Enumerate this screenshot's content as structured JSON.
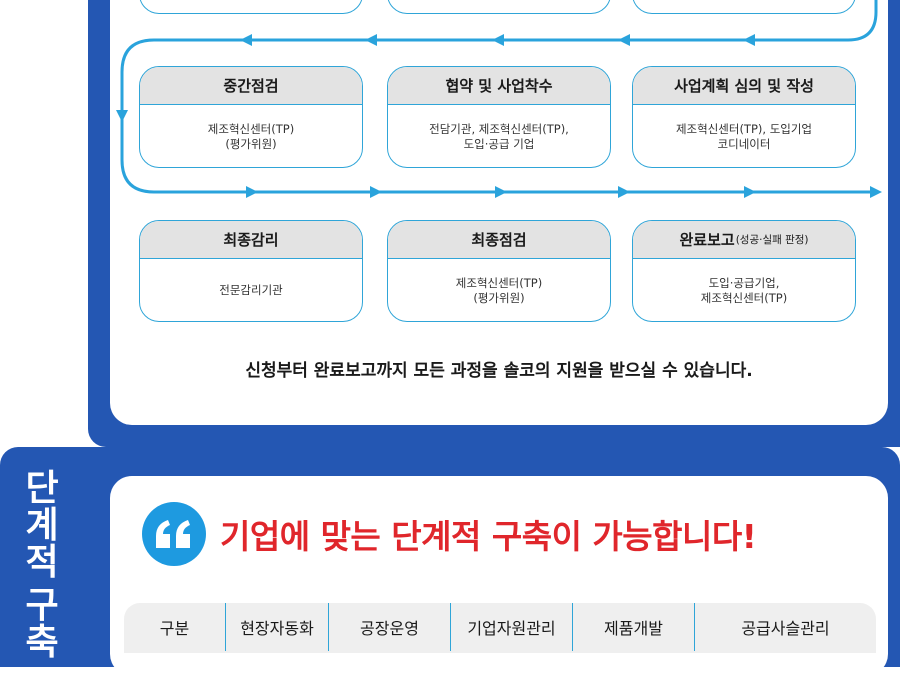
{
  "process_steps": {
    "row2": [
      {
        "title": "중간점검",
        "body": "제조혁신센터(TP)\n(평가위원)"
      },
      {
        "title": "협약 및 사업착수",
        "body": "전담기관, 제조혁신센터(TP),\n도입·공급 기업"
      },
      {
        "title": "사업계획 심의 및 작성",
        "body": "제조혁신센터(TP), 도입기업\n코디네이터"
      }
    ],
    "row3": [
      {
        "title": "최종감리",
        "title_small": "",
        "body": "전문감리기관"
      },
      {
        "title": "최종점검",
        "title_small": "",
        "body": "제조혁신센터(TP)\n(평가위원)"
      },
      {
        "title": "완료보고",
        "title_small": "(성공·실패 판정)",
        "body": "도입·공급기업,\n제조혁신센터(TP)"
      }
    ]
  },
  "summary_text": "신청부터 완료보고까지 모든 과정을 솔코의 지원을 받으실 수 있습니다.",
  "section2": {
    "side_title": [
      "단",
      "계",
      "적",
      "구",
      "축"
    ],
    "headline": "기업에 맞는 단계적 구축이 가능합니다!",
    "table_headers": [
      "구분",
      "현장자동화",
      "공장운영",
      "기업자원관리",
      "제품개발",
      "공급사슬관리"
    ]
  },
  "colors": {
    "primary_blue": "#2457b3",
    "accent_cyan": "#2fa5d8",
    "headline_red": "#e0262b",
    "badge_blue": "#1e9ae0"
  }
}
